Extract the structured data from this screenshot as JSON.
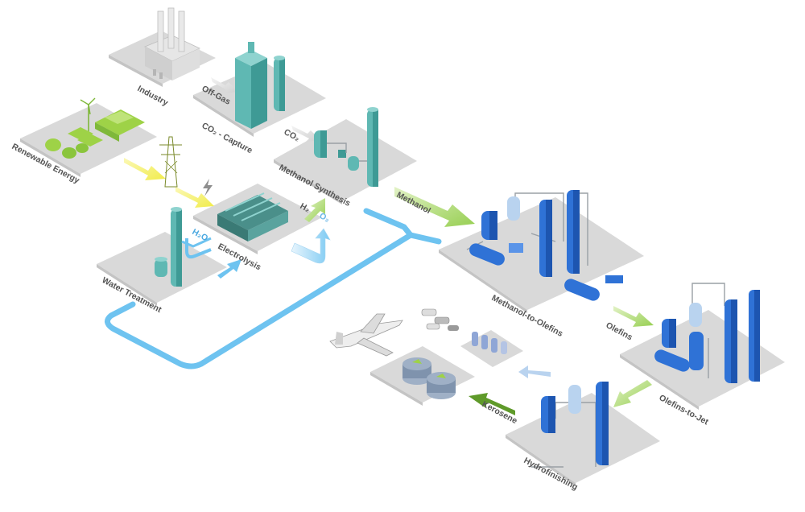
{
  "labels": {
    "industry": "Industry",
    "off_gas": "Off-Gas",
    "co2_capture": "CO₂ - Capture",
    "co2": "CO₂",
    "renewable_energy": "Renewable Energy",
    "methanol_synthesis": "Methanol Synthesis",
    "methanol": "Methanol",
    "h2": "H₂",
    "o2": "O₂",
    "h2o": "H₂O",
    "electrolysis": "Electrolysis",
    "water_treatment": "Water Treatment",
    "methanol_to_olefins": "Methanol-to-Olefins",
    "olefins": "Olefins",
    "olefins_to_jet": "Olefins-to-Jet",
    "kerosene": "Kerosene",
    "hydrofinishing": "Hydrofinishing"
  },
  "icons": {
    "power": "lightning-bolt-icon",
    "tower": "transmission-tower-icon",
    "wind": "wind-turbine-icon",
    "plane": "airplane-icon",
    "cars": "vehicles-icon",
    "storage": "storage-tank-icon"
  },
  "colors": {
    "platform": "#d9d9d9",
    "electricity_arrow": "#f4f06a",
    "product_arrow": "#a8d86b",
    "water_line": "#6ec3f0",
    "gas_arrow": "#d6d6d6",
    "kerosene_arrow": "#5f9a2a",
    "equipment_teal": "#5fb8b3",
    "equipment_blue": "#2f72d6",
    "renewables_green": "#9ed247"
  }
}
